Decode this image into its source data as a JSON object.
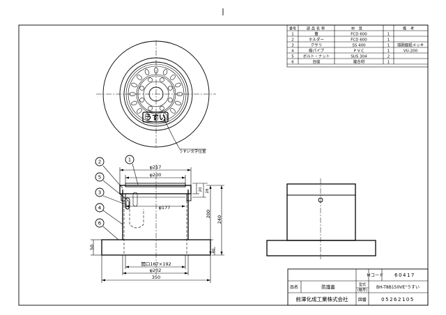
{
  "parts_table": {
    "headers": [
      "番号",
      "部品名称",
      "材質",
      "",
      "備考"
    ],
    "rows": [
      {
        "no": "1",
        "name": "蓋",
        "material": "FCD 600",
        "qty": "1",
        "note": ""
      },
      {
        "no": "2",
        "name": "ホルダー",
        "material": "FCD 600",
        "qty": "1",
        "note": ""
      },
      {
        "no": "3",
        "name": "クサリ",
        "material": "SS 400",
        "qty": "1",
        "note": "溶融亜鉛メッキ"
      },
      {
        "no": "4",
        "name": "縦パイプ",
        "material": "P V C",
        "qty": "1",
        "note": "VU-200"
      },
      {
        "no": "5",
        "name": "ボルト・ナット",
        "material": "SUS 304",
        "qty": "2",
        "note": ""
      },
      {
        "no": "6",
        "name": "台座",
        "material": "複合材",
        "qty": "1",
        "note": ""
      }
    ]
  },
  "plan_view": {
    "lid_text": "うすい",
    "leader_label": "うすい文字位置"
  },
  "section_view": {
    "balloons": [
      "1",
      "2",
      "5",
      "3",
      "4",
      "6"
    ],
    "dims": {
      "top_width": "φ217",
      "lid_width": "φ200",
      "inner_width": "φ177",
      "lid_h1": "20",
      "lid_h2": "28",
      "height_200": "200",
      "height_240": "240",
      "base_h": "50",
      "bottom_h": "40",
      "opening": "開口167×192",
      "pipe_width": "φ202",
      "base_width": "350"
    }
  },
  "title_block": {
    "code_label": "Ｍコード",
    "code_value": "60417",
    "name_label": "品名",
    "name_value": "防護蓋",
    "model_label_1": "型式",
    "model_label_2": "(略号)",
    "model_value": "BH-T8B150VE\"うすい",
    "company": "前澤化成工業株式会社",
    "drawing_no_label": "図番",
    "drawing_no_value": "05262105"
  }
}
